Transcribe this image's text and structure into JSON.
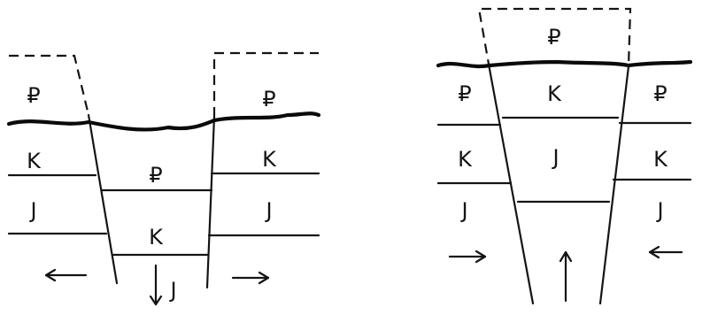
{
  "left_diagram": {
    "labels": {
      "p_left": "₽",
      "p_center": "₽",
      "p_right": "₽",
      "k_left": "K",
      "k_center": "K",
      "k_right": "K",
      "j_left": "J",
      "j_bottom": "J",
      "j_right": "J"
    }
  },
  "right_diagram": {
    "labels": {
      "p_top": "₽",
      "p_left": "₽",
      "p_right": "₽",
      "k_center": "K",
      "k_left": "K",
      "k_right": "K",
      "j_center": "J",
      "j_left": "J",
      "j_right": "J"
    }
  }
}
